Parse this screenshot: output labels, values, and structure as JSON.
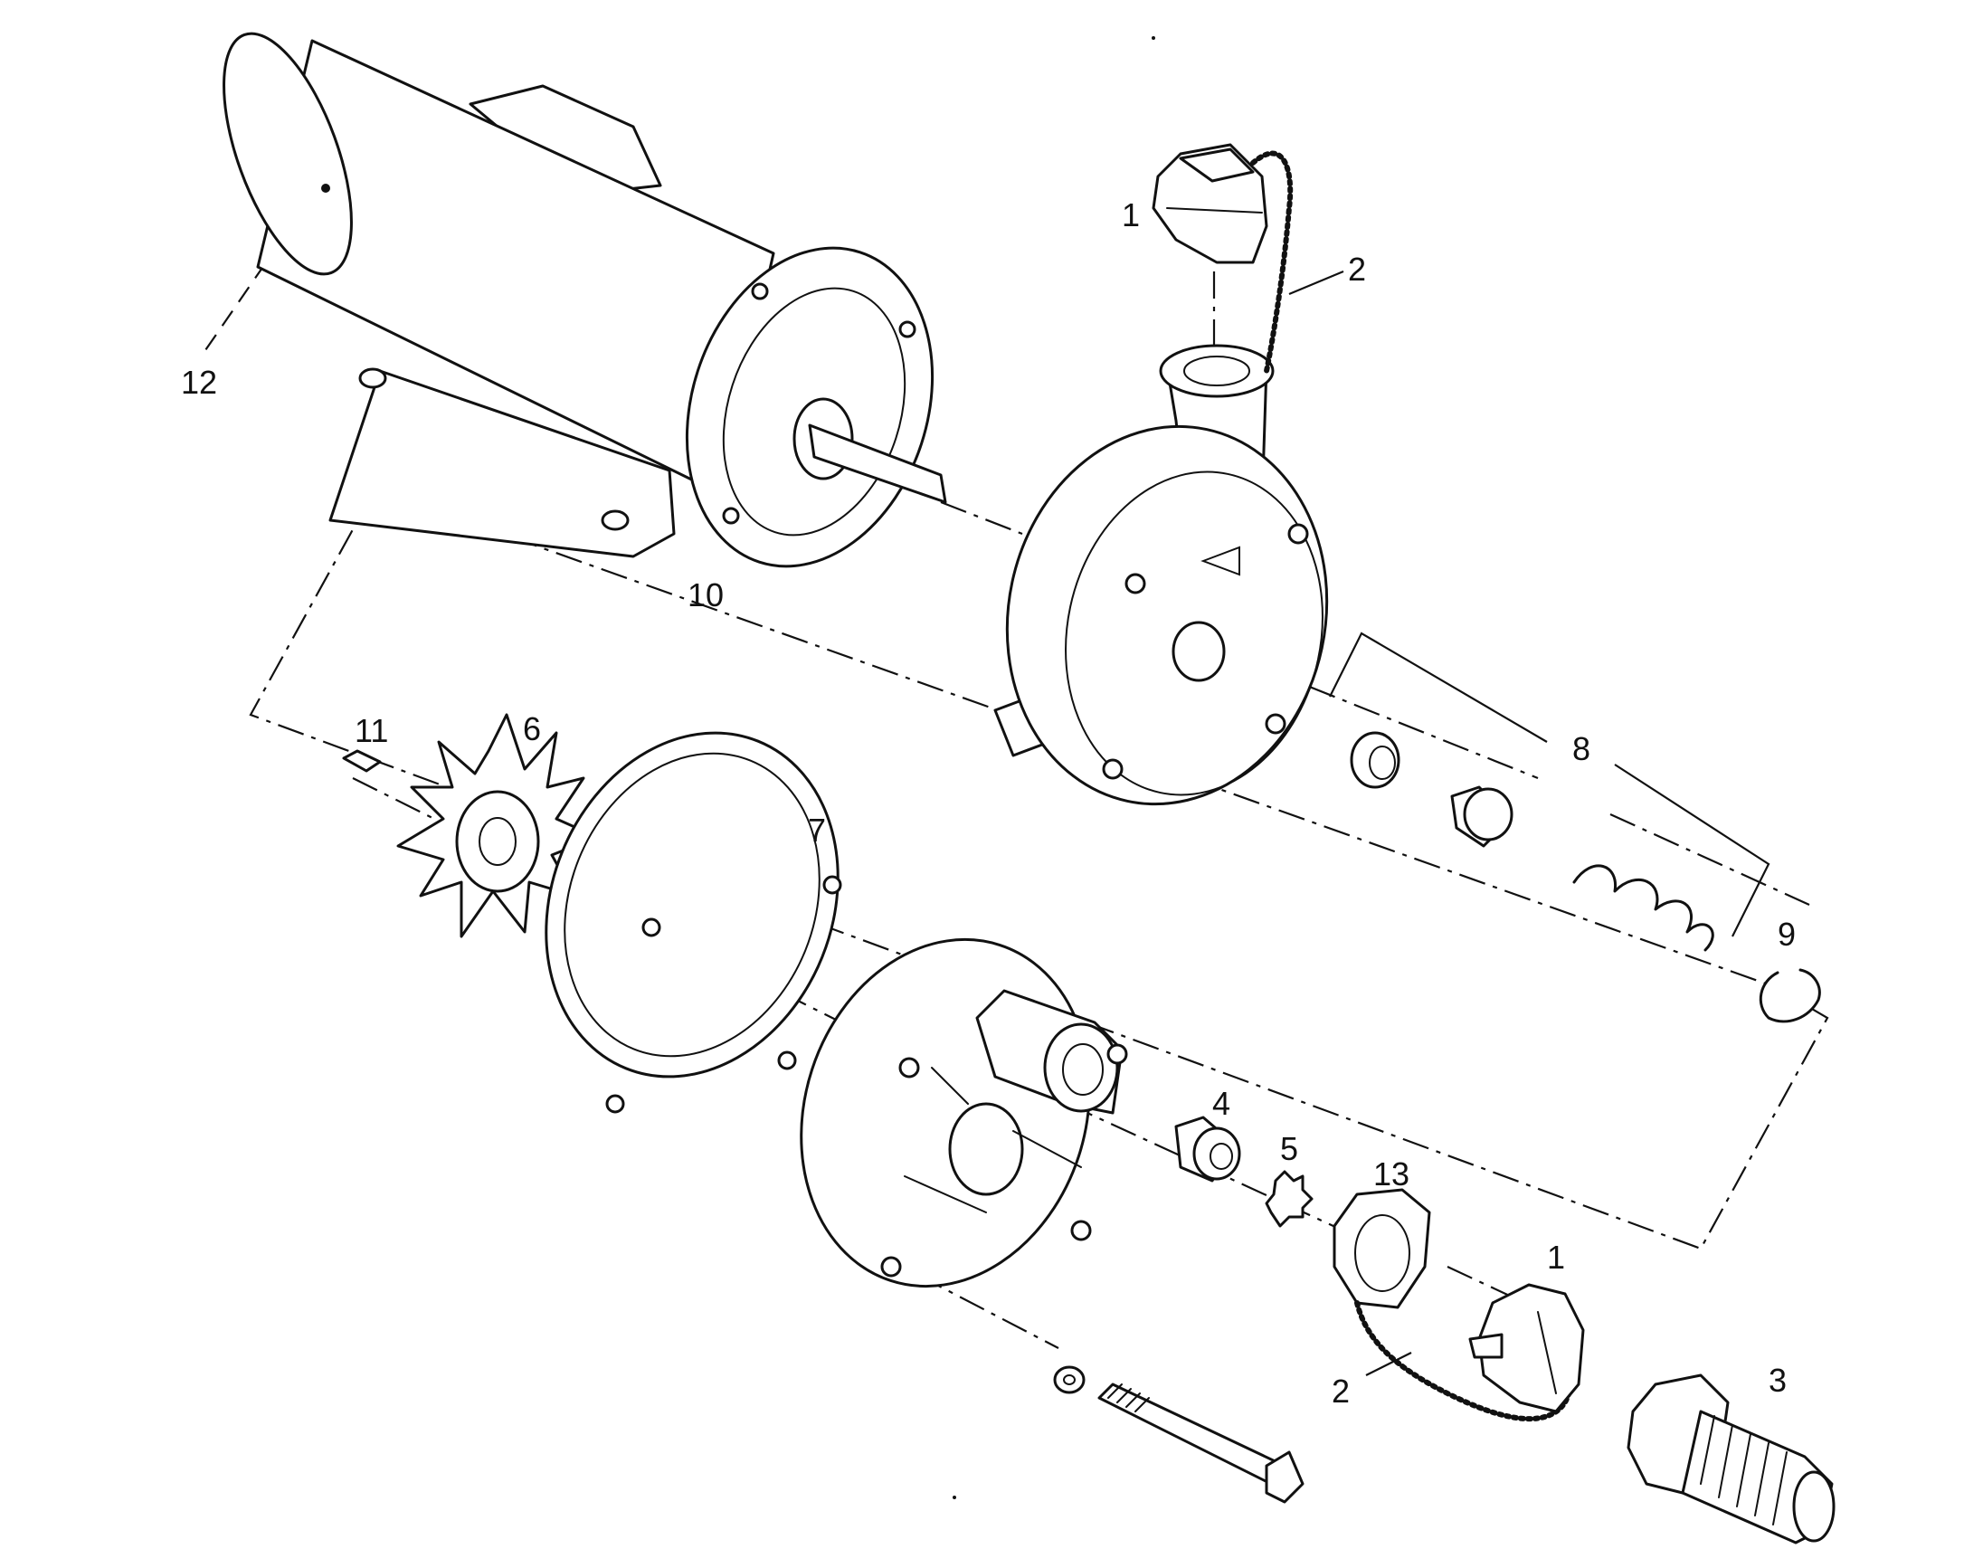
{
  "colors": {
    "ink": "#111111",
    "paper": "#ffffff"
  },
  "callouts": {
    "c1_top": "1",
    "c2_top": "2",
    "c12": "12",
    "c10": "10",
    "c11": "11",
    "c6": "6",
    "c7": "7",
    "c8": "8",
    "c9": "9",
    "c4": "4",
    "c5": "5",
    "c13": "13",
    "c1_bottom": "1",
    "c2_bottom": "2",
    "c3": "3"
  }
}
